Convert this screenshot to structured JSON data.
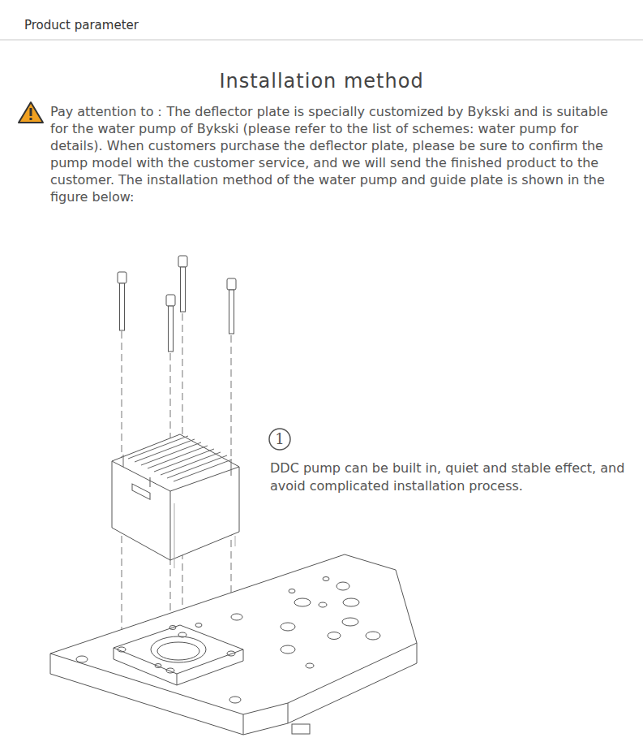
{
  "diagram": {
    "title": "Installation method",
    "nodes": [
      {
        "text": [
          "1"
        ]
      }
    ],
    "edges": [],
    "labels": [
      "Product parameter",
      "Pay attention to：The deflector plate is specially customized by Bykski and is suitable for the water pump of Bykski (please refer to the list of schemes: water pump for details). When customers purchase the deflector plate, please be sure to confirm the pump model with the customer service, and we will send the finished product to the customer. The installation method of the water pump and guide plate is shown in the figure below:",
      "DDC pump can be built in, quiet and stable effect, and avoid complicated installation process."
    ]
  }
}
